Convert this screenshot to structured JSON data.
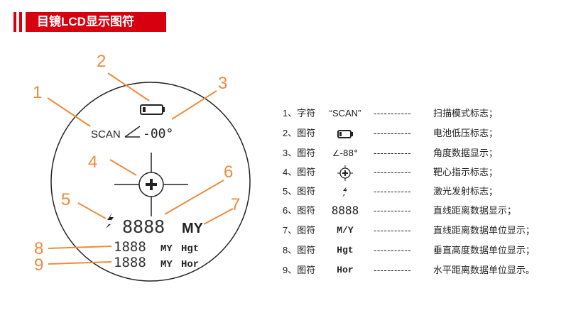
{
  "header": {
    "title": "目镜LCD显示图符"
  },
  "colors": {
    "accent": "#d7000f",
    "callout": "#f08a3c"
  },
  "diagram": {
    "callouts": [
      "1",
      "2",
      "3",
      "4",
      "5",
      "6",
      "7",
      "8",
      "9"
    ],
    "scan": "SCAN",
    "angle_value": "-00°",
    "distance": "8888",
    "unit": "MY",
    "height_value": "1888",
    "height_unit": "MY",
    "height_label": "Hgt",
    "horiz_value": "1888",
    "horiz_unit": "MY",
    "horiz_label": "Hor"
  },
  "legend": [
    {
      "num": "1、字符",
      "icon": "“SCAN”",
      "icon_name": "scan-text",
      "dash": "-----------",
      "desc": "扫描模式标志；"
    },
    {
      "num": "2、图符",
      "icon": "",
      "icon_name": "battery-icon",
      "dash": "-----------",
      "desc": "电池低压标志；"
    },
    {
      "num": "3、图符",
      "icon": "∠-88°",
      "icon_name": "angle-icon",
      "dash": "-----------",
      "desc": "角度数据显示；"
    },
    {
      "num": "4、图符",
      "icon": "",
      "icon_name": "crosshair-icon",
      "dash": "-----------",
      "desc": "靶心指示标志；"
    },
    {
      "num": "5、图符",
      "icon": "",
      "icon_name": "laser-icon",
      "dash": "-----------",
      "desc": "激光发射标志；"
    },
    {
      "num": "6、图符",
      "icon": "8888",
      "icon_name": "digits",
      "dash": "-----------",
      "desc": "直线距离数据显示；"
    },
    {
      "num": "7、图符",
      "icon": "M/Y",
      "icon_name": "unit",
      "dash": "-----------",
      "desc": "直线距离数据单位显示；"
    },
    {
      "num": "8、图符",
      "icon": "Hgt",
      "icon_name": "hgt",
      "dash": "-----------",
      "desc": "垂直高度数据单位显示；"
    },
    {
      "num": "9、图符",
      "icon": "Hor",
      "icon_name": "hor",
      "dash": "-----------",
      "desc": "水平距离数据单位显示。"
    }
  ]
}
